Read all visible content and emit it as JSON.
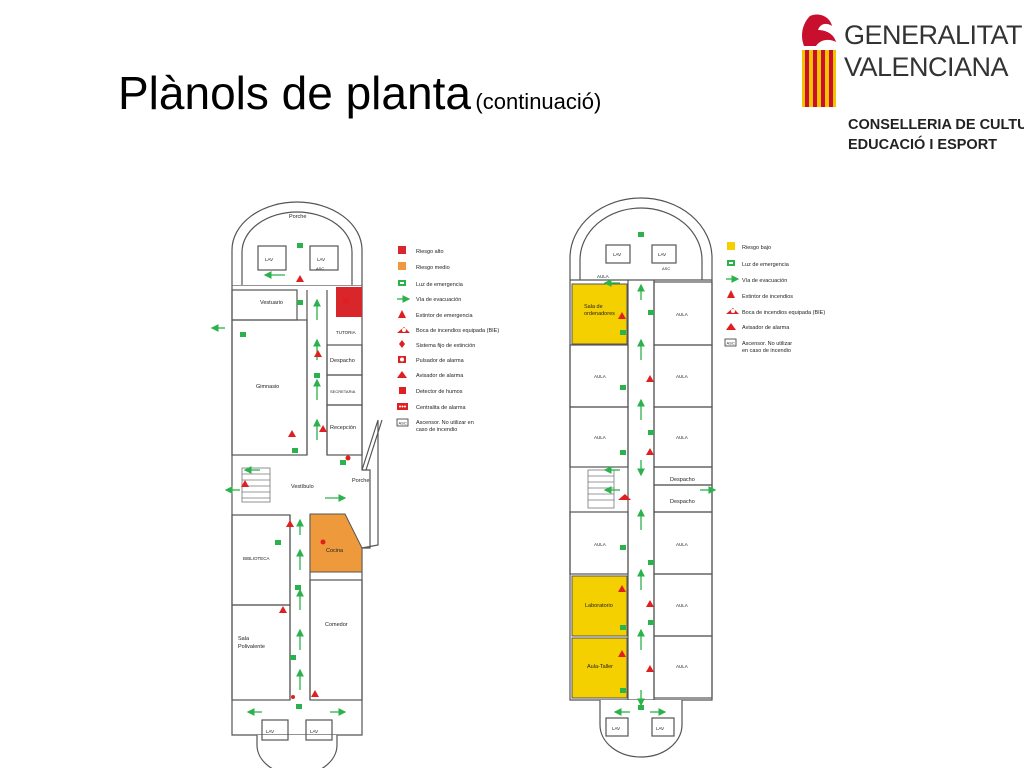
{
  "slide": {
    "title": "Plànols de planta",
    "subtitle": "(continuació)"
  },
  "logo": {
    "line1": "GENERALITAT",
    "line2": "VALENCIANA",
    "dept1": "CONSELLERIA DE CULTURA,",
    "dept2": "EDUCACIÓ I ESPORT",
    "colors": {
      "red": "#c8102e",
      "yellow": "#f5c400"
    }
  },
  "plan_left": {
    "rooms": {
      "porche_top": "Porche",
      "lav1": "LAV",
      "lav2": "LAV",
      "asc": "ASC",
      "vestuario": "Vestuario",
      "gimnasio": "Gimnasio",
      "tutoria": "TUTORIA",
      "despacho": "Despacho",
      "secretaria": "SECRETARIA",
      "recepcion": "Recepción",
      "vestibulo": "Vestíbulo",
      "porche_side": "Porche",
      "biblioteca": "BIBLIOTECA",
      "cocina": "Cocina",
      "sala1": "Sala",
      "sala2": "Polivalente",
      "comedor": "Comedor",
      "lav3": "LAV",
      "lav4": "LAV"
    },
    "legend": [
      {
        "icon": "high-risk-swatch",
        "label": "Riesgo alto",
        "color": "#d9262b"
      },
      {
        "icon": "medium-risk-swatch",
        "label": "Riesgo medio",
        "color": "#ee9a3c"
      },
      {
        "icon": "emergency-light-icon",
        "label": "Luz de emergencia"
      },
      {
        "icon": "evacuation-arrow-icon",
        "label": "Vía de evacuación"
      },
      {
        "icon": "extinguisher-icon",
        "label": "Extintor de emergencia"
      },
      {
        "icon": "fire-hose-icon",
        "label": "Boca de incendios equipada (BIE)"
      },
      {
        "icon": "fixed-extinction-icon",
        "label": "Sistema fijo de extinción"
      },
      {
        "icon": "alarm-button-icon",
        "label": "Pulsador de alarma"
      },
      {
        "icon": "alarm-sounder-icon",
        "label": "Avisador de alarma"
      },
      {
        "icon": "smoke-detector-icon",
        "label": "Detector de humos"
      },
      {
        "icon": "alarm-panel-icon",
        "label": "Centralita de alarma"
      },
      {
        "icon": "elevator-icon",
        "label": "Ascensor. No utilizar en",
        "label2": "caso de incendio"
      }
    ]
  },
  "plan_right": {
    "rooms": {
      "lav1": "LAV",
      "lav2": "LAV",
      "asc": "ASC",
      "aula_top": "AULA",
      "sala1": "Sala de",
      "sala2": "ordenadores",
      "aula_r1": "AULA",
      "aula_l2": "AULA",
      "aula_r2": "AULA",
      "aula_l3": "AULA",
      "aula_r3": "AULA",
      "despacho1": "Despacho",
      "despacho2": "Despacho",
      "aula_l4": "AULA",
      "aula_r4": "AULA",
      "laboratorio": "Laboratorio",
      "aula_r5": "AULA",
      "aula_taller": "Aula-Taller",
      "aula_r6": "AULA",
      "lav3": "LAV",
      "lav4": "LAV"
    },
    "legend": [
      {
        "icon": "low-risk-swatch",
        "label": "Riesgo bajo",
        "color": "#f5d000"
      },
      {
        "icon": "emergency-light-icon",
        "label": "Luz de emergencia"
      },
      {
        "icon": "evacuation-arrow-icon",
        "label": "Vía de evacuación"
      },
      {
        "icon": "extinguisher-icon",
        "label": "Extintor de incendios"
      },
      {
        "icon": "fire-hose-icon",
        "label": "Boca de incendios equipada (BIE)"
      },
      {
        "icon": "alarm-sounder-icon",
        "label": "Avisador de alarma"
      },
      {
        "icon": "elevator-icon",
        "label": "Ascensor. No utilizar",
        "label2": "en caso de incendio"
      }
    ]
  }
}
